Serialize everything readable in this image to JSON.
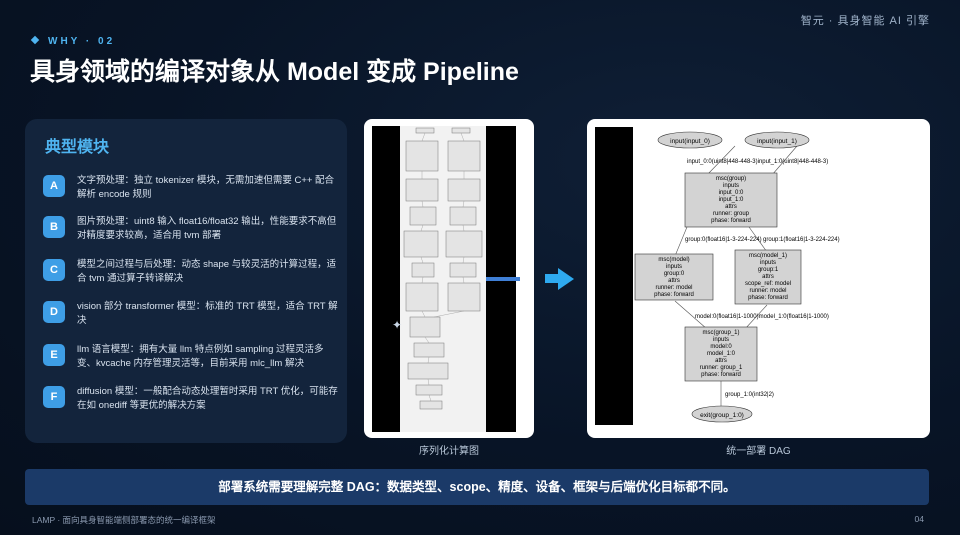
{
  "brand": "智元 · 具身智能 AI 引擎",
  "kicker": "WHY · 02",
  "title": "具身领域的编译对象从 Model 变成 Pipeline",
  "panel": {
    "heading": "典型模块",
    "items": [
      {
        "badge": "A",
        "text": "文字预处理：独立 tokenizer 模块，无需加速但需要 C++ 配合解析 encode 规则"
      },
      {
        "badge": "B",
        "text": "图片预处理：uint8 输入 float16/float32 输出，性能要求不高但对精度要求较高，适合用 tvm 部署"
      },
      {
        "badge": "C",
        "text": "模型之间过程与后处理：动态 shape 与较灵活的计算过程，适合 tvm 通过算子转译解决"
      },
      {
        "badge": "D",
        "text": "vision 部分 transformer 模型：标准的 TRT 模型，适合 TRT 解决"
      },
      {
        "badge": "E",
        "text": "llm 语言模型：拥有大量 llm 特点例如 sampling 过程灵活多变、kvcache 内存管理灵活等，目前采用 mlc_llm 解决"
      },
      {
        "badge": "F",
        "text": "diffusion 模型：一般配合动态处理暂时采用 TRT 优化，可能存在如 onediff 等更优的解决方案"
      }
    ]
  },
  "captions": {
    "left": "序列化计算图",
    "right": "统一部署 DAG"
  },
  "dag": {
    "inputs": [
      "input(input_0)",
      "input(input_1)"
    ],
    "edge_in": "input_0:0(uint8|448-448-3)input_1:0(uint8|448-448-3)",
    "group": [
      "msc(group)",
      "inputs",
      "input_0:0",
      "input_1:0",
      "attrs",
      "runner: group",
      "phase: forward"
    ],
    "edge_split_left": "group:0(float16|1-3-224-224)",
    "edge_split_right": "group:1(float16|1-3-224-224)",
    "model": [
      "msc(model)",
      "inputs",
      "group:0",
      "attrs",
      "runner: model",
      "phase: forward"
    ],
    "model1": [
      "msc(model_1)",
      "inputs",
      "group:1",
      "attrs",
      "scope_ref: model",
      "runner: model",
      "phase: forward"
    ],
    "edge_merge": "model:0(float16|1-1000)model_1:0(float16|1-1000)",
    "group1": [
      "msc(group_1)",
      "inputs",
      "model:0",
      "model_1:0",
      "attrs",
      "runner: group_1",
      "phase: forward"
    ],
    "edge_out": "group_1:0(int32|2)",
    "exit": "exit(group_1:0)"
  },
  "banner": "部署系统需要理解完整 DAG：数据类型、scope、精度、设备、框架与后端优化目标都不同。",
  "footer": "LAMP · 面向具身智能端侧部署态的统一编译框架",
  "page_number": "04",
  "colors": {
    "accent": "#4fb4f0",
    "badge": "#3e9ee6",
    "banner": "#1b3a68",
    "arrow": "#2eaaf0"
  }
}
